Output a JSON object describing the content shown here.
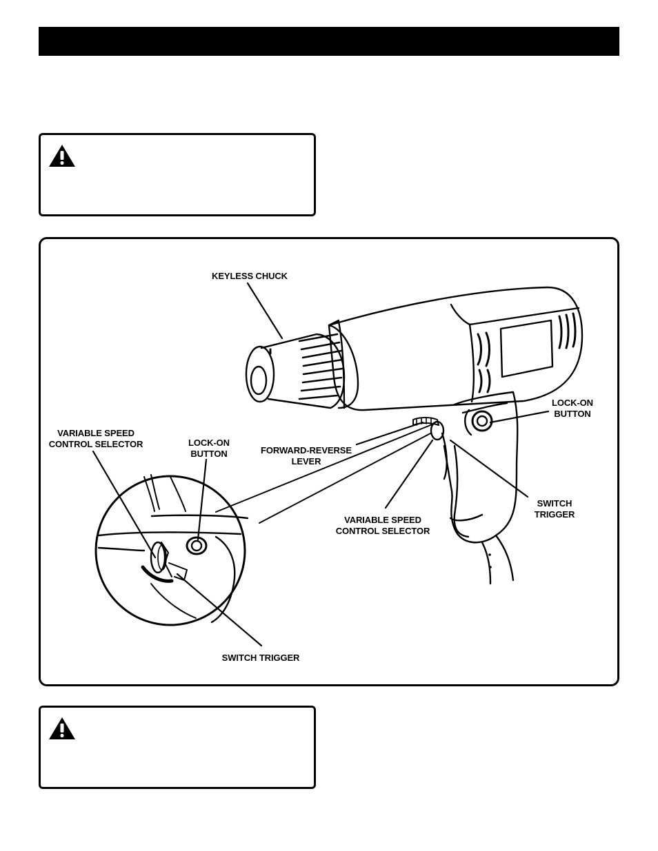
{
  "header": {
    "title": ""
  },
  "warning_boxes": [
    {
      "icon": "warning-triangle-icon",
      "text": ""
    },
    {
      "icon": "warning-triangle-icon",
      "text": ""
    }
  ],
  "figure": {
    "callouts": {
      "keyless_chuck": [
        "KEYLESS CHUCK"
      ],
      "lock_on_right": [
        "LOCK-ON",
        "BUTTON"
      ],
      "vsc_left": [
        "VARIABLE SPEED",
        "CONTROL SELECTOR"
      ],
      "lock_on_left": [
        "LOCK-ON",
        "BUTTON"
      ],
      "forward_reverse": [
        "FORWARD-REVERSE",
        "LEVER"
      ],
      "switch_trigger_right": [
        "SWITCH",
        "TRIGGER"
      ],
      "vsc_center": [
        "VARIABLE SPEED",
        "CONTROL SELECTOR"
      ],
      "switch_trigger_bottom": [
        "SWITCH TRIGGER"
      ]
    }
  }
}
